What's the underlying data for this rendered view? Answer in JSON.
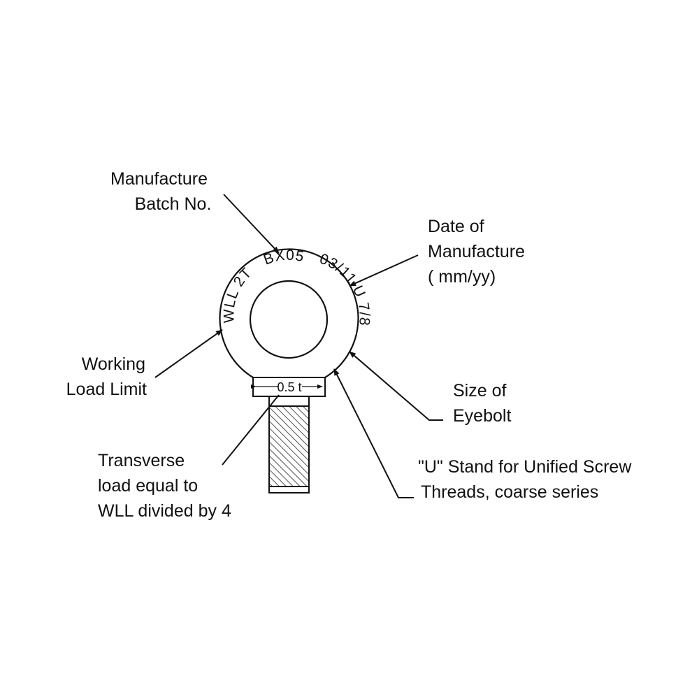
{
  "ring_marks": {
    "batch": "BX05",
    "wll": "WLL 2T",
    "date": "03/11",
    "size": "U 7/8",
    "collar": "0.5 t"
  },
  "labels": {
    "batch": [
      "Manufacture",
      "Batch No."
    ],
    "date": [
      "Date of",
      "Manufacture",
      "( mm/yy)"
    ],
    "wll": [
      "Working",
      "Load Limit"
    ],
    "size": [
      "Size of",
      "Eyebolt"
    ],
    "transverse": [
      "Transverse",
      "load equal to",
      "WLL divided by 4"
    ],
    "unified": [
      "\"U\" Stand for Unified Screw",
      "Threads, coarse series"
    ]
  }
}
